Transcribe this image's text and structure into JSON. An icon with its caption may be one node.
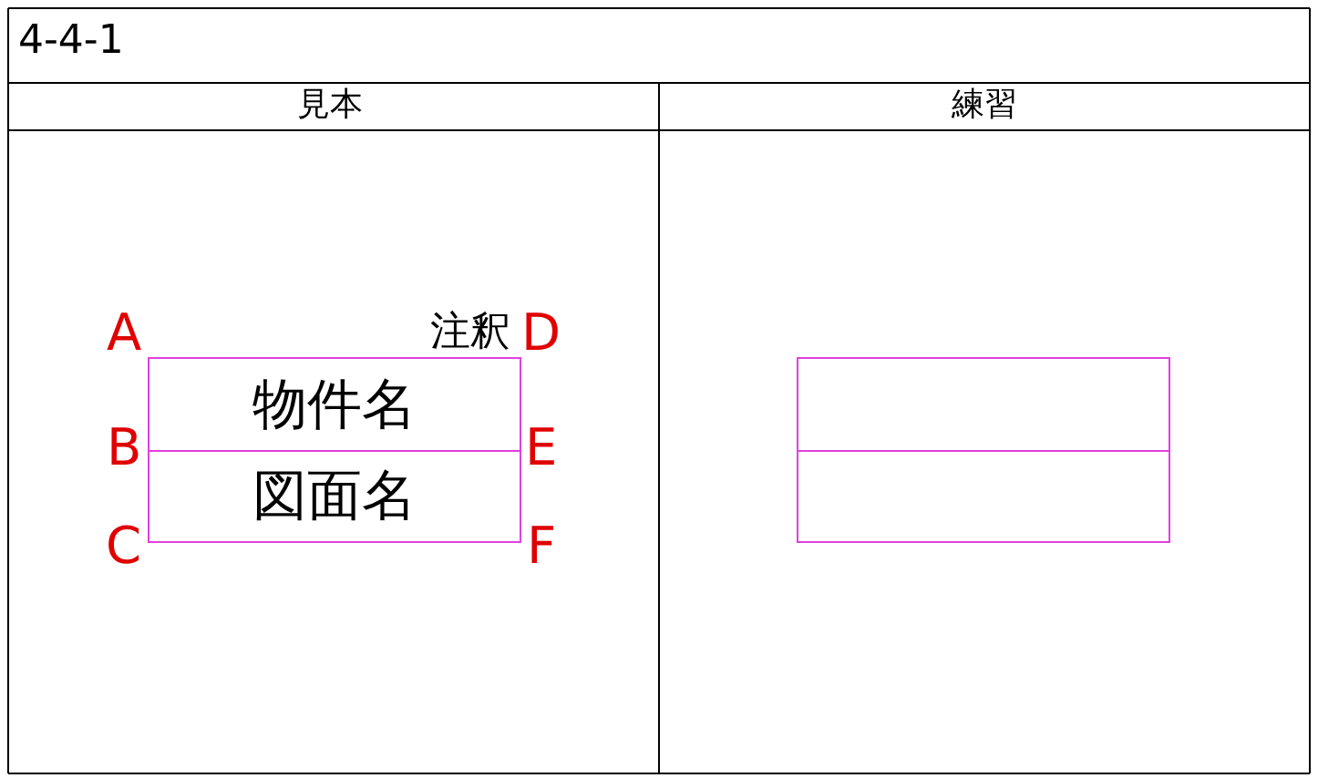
{
  "diagram": {
    "nodes": [
      {
        "text": [
          "物件名"
        ]
      },
      {
        "text": [
          "図面名"
        ]
      },
      {
        "text": [],
        "shape": "box"
      },
      {
        "text": [],
        "shape": "box"
      }
    ],
    "edges": [],
    "labels": [
      "4-4-1",
      "見本",
      "練習",
      "A",
      "注釈",
      "D",
      "B",
      "E",
      "C",
      "F"
    ]
  }
}
